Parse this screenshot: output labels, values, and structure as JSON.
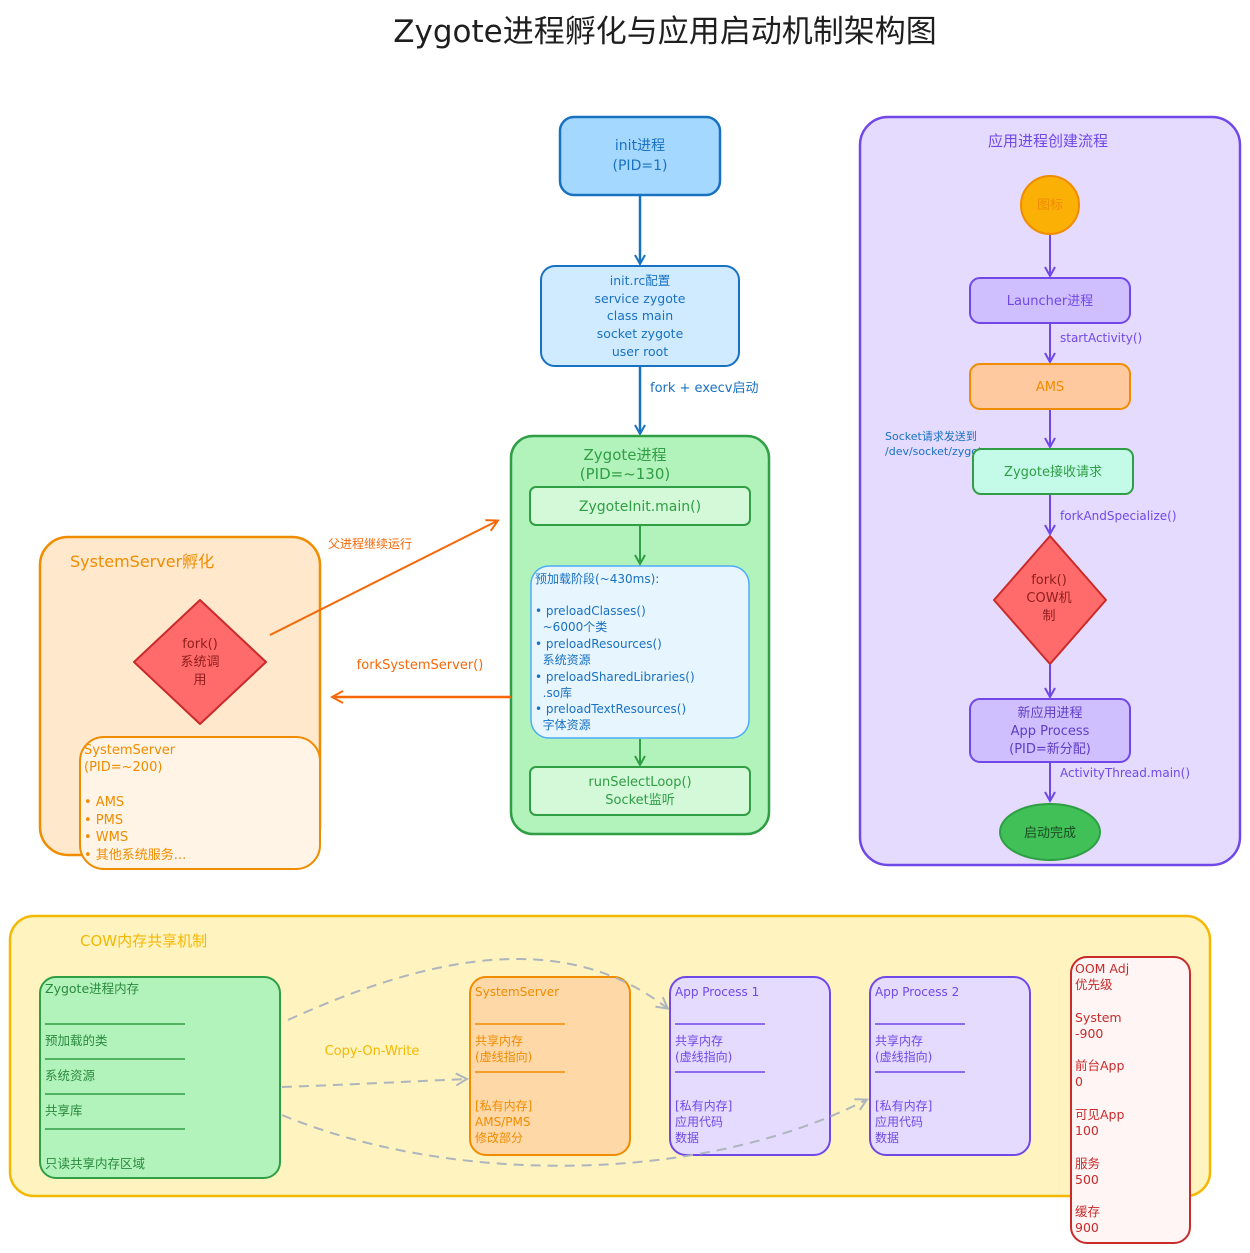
{
  "title": "Zygote进程孵化与应用启动机制架构图",
  "init": {
    "line1": "init进程",
    "line2": "(PID=1)"
  },
  "initrc": {
    "lines": [
      "init.rc配置",
      "service zygote",
      "class main",
      "socket zygote",
      "user root"
    ]
  },
  "edge_fork_exec": "fork + execv启动",
  "zygote": {
    "title1": "Zygote进程",
    "title2": "(PID=~130)",
    "init_main": "ZygoteInit.main()",
    "preload_lines": [
      "预加载阶段(~430ms):",
      "",
      "• preloadClasses()",
      "  ~6000个类",
      "• preloadResources()",
      "  系统资源",
      "• preloadSharedLibraries()",
      "  .so库",
      "• preloadTextResources()",
      "  字体资源"
    ],
    "loop1": "runSelectLoop()",
    "loop2": "Socket监听"
  },
  "systemserver_group": {
    "title": "SystemServer孵化",
    "fork_lines": [
      "fork()",
      "系统调",
      "用"
    ],
    "box_lines": [
      "SystemServer",
      "(PID=~200)",
      "",
      "• AMS",
      "• PMS",
      "• WMS",
      "• 其他系统服务..."
    ]
  },
  "edge_parent_continue": "父进程继续运行",
  "edge_fork_system_server": "forkSystemServer()",
  "app_flow": {
    "title": "应用进程创建流程",
    "icon": "图标",
    "launcher": "Launcher进程",
    "edge_start_activity": "startActivity()",
    "ams": "AMS",
    "edge_socket_lines": [
      "Socket请求发送到",
      "/dev/socket/zygote"
    ],
    "zygote_recv": "Zygote接收请求",
    "edge_fork_specialize": "forkAndSpecialize()",
    "fork_lines": [
      "fork()",
      "COW机",
      "制"
    ],
    "new_app_lines": [
      "新应用进程",
      "App Process",
      "(PID=新分配)"
    ],
    "edge_activity_thread": "ActivityThread.main()",
    "done": "启动完成"
  },
  "cow": {
    "title": "COW内存共享机制",
    "edge_label": "Copy-On-Write",
    "zygote_mem": {
      "title": "Zygote进程内存",
      "items": [
        "预加载的类",
        "系统资源",
        "共享库"
      ],
      "footer": "只读共享内存区域"
    },
    "ss_mem": {
      "title": "SystemServer",
      "shared": [
        "共享内存",
        "(虚线指向)"
      ],
      "private": [
        "[私有内存]",
        "AMS/PMS",
        "修改部分"
      ]
    },
    "app1": {
      "title": "App Process 1",
      "shared": [
        "共享内存",
        "(虚线指向)"
      ],
      "private": [
        "[私有内存]",
        "应用代码",
        "数据"
      ]
    },
    "app2": {
      "title": "App Process 2",
      "shared": [
        "共享内存",
        "(虚线指向)"
      ],
      "private": [
        "[私有内存]",
        "应用代码",
        "数据"
      ]
    },
    "oom_lines": [
      "OOM Adj",
      "优先级",
      "",
      "System",
      "-900",
      "",
      "前台App",
      "0",
      "",
      "可见App",
      "100",
      "",
      "服务",
      "500",
      "",
      "缓存",
      "900"
    ]
  },
  "colors": {
    "blue_fill": "#a5d8ff",
    "blue_stroke": "#1971c2",
    "green_fill": "#b2f2bb",
    "green_stroke": "#2f9e44",
    "orange_fill": "#ffe8cc",
    "orange_stroke": "#f08c00",
    "purple_fill": "#e5dbff",
    "purple_stroke": "#7048e8",
    "red_fill": "#ff6b6b",
    "red_stroke": "#c92a2a",
    "yellow_fill": "#fff3bf",
    "yellow_stroke": "#f5b800"
  }
}
